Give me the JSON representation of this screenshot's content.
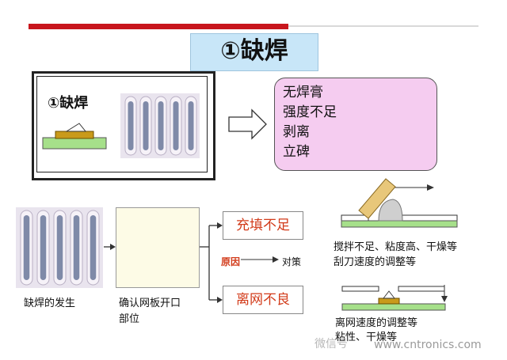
{
  "slide": {
    "title": "①缺焊",
    "accent_color": "#c8161d"
  },
  "defect_panel": {
    "label": "①缺焊"
  },
  "causes": {
    "items": [
      "无焊膏",
      "强度不足",
      "剥离",
      "立碑"
    ],
    "box_color": "#f5ccf0"
  },
  "flow": {
    "occurrence_label": "缺焊的发生",
    "verify_label_line1": "确认网板开口",
    "verify_label_line2": "部位",
    "branch_fill": "充填不足",
    "branch_release": "离网不良",
    "cause_label": "原因",
    "measure_label": "对策",
    "branch_text_color": "#d23b1a"
  },
  "countermeasures": {
    "stir_line1": "搅拌不足、粘度高、干燥等",
    "stir_line2": "刮刀速度的调整等",
    "release_line1": "离网速度的调整等",
    "release_line2": "粘性、干燥等"
  },
  "watermark": {
    "text": "微信号",
    "site": "www.cntronics.com"
  }
}
